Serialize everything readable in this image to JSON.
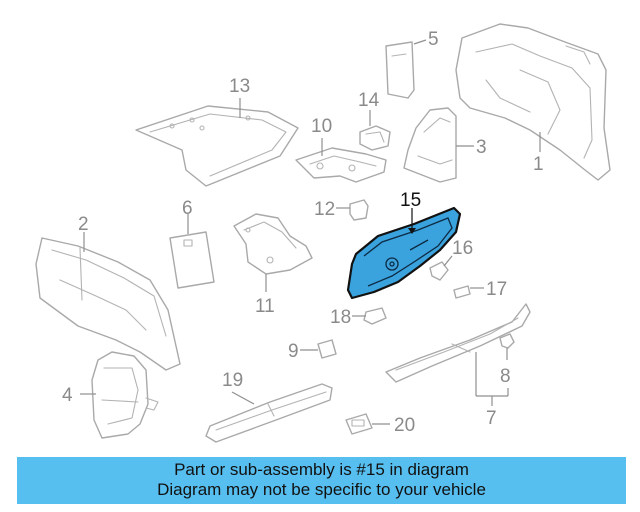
{
  "diagram": {
    "highlight_color": "#3aa3dd",
    "highlighted_part": "15",
    "callouts": {
      "p1": "1",
      "p2": "2",
      "p3": "3",
      "p4": "4",
      "p5": "5",
      "p6": "6",
      "p7": "7",
      "p8": "8",
      "p9": "9",
      "p10": "10",
      "p11": "11",
      "p12": "12",
      "p13": "13",
      "p14": "14",
      "p15": "15",
      "p16": "16",
      "p17": "17",
      "p18": "18",
      "p19": "19",
      "p20": "20"
    }
  },
  "banner": {
    "line1": "Part or sub-assembly is #15 in diagram",
    "line2": "Diagram may not be specific to your vehicle",
    "background": "#56bff0"
  }
}
